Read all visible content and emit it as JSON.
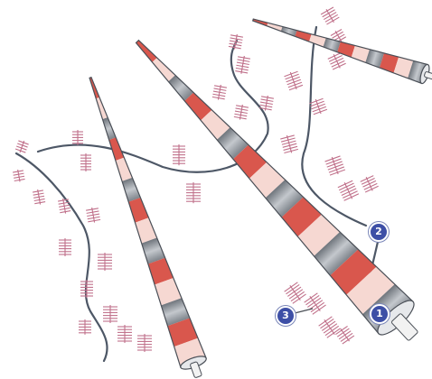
{
  "colors": {
    "background": "#ffffff",
    "stripe_red": "#d9574d",
    "stripe_light": "#f6d8d2",
    "stripe_grey": "#8f959c",
    "tube_outline": "#4a4f57",
    "fiber_curve": "#4d5766",
    "hatch": "#c0708a",
    "callout_fill": "#3d4fa6"
  },
  "callouts": [
    {
      "label": "1"
    },
    {
      "label": "2"
    },
    {
      "label": "3"
    }
  ],
  "icons": [
    "tapered-tube-icon",
    "fiber-icon",
    "hatch-mark-icon",
    "numbered-callout-icon"
  ]
}
